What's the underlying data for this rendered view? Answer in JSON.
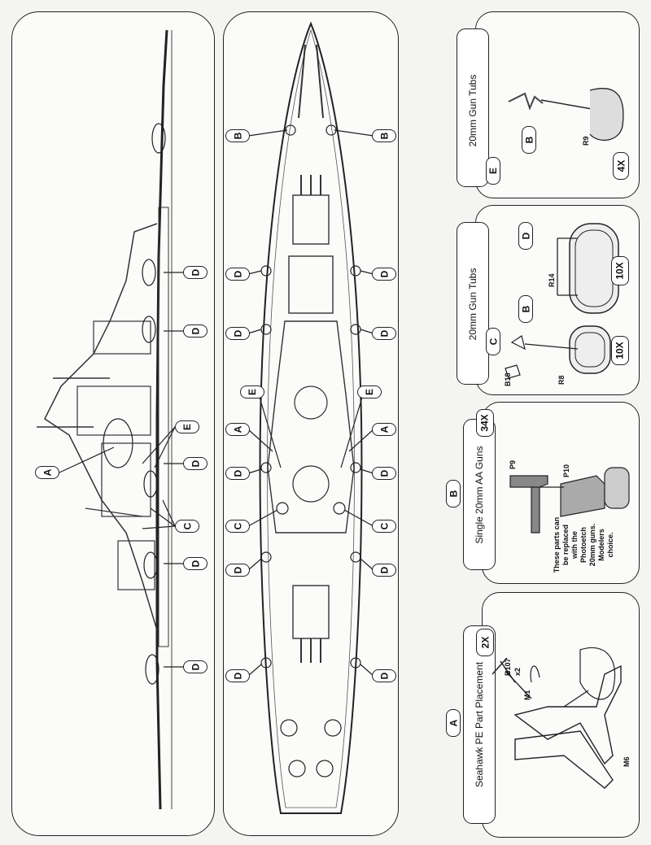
{
  "labels": {
    "A": "A",
    "B": "B",
    "C": "C",
    "D": "D",
    "E": "E"
  },
  "panels": {
    "gun_tubs_small": {
      "title": "20mm Gun Tubs",
      "part": "R9",
      "qty": "4X",
      "ref_left": "E",
      "ref_mid": "B"
    },
    "gun_tubs_large": {
      "title": "20mm Gun Tubs",
      "part_large": "R14",
      "part_small": "R8",
      "part_base": "B18",
      "qty_large": "10X",
      "qty_small": "10X",
      "ref_left": "C",
      "ref_mid": "B",
      "ref_right": "D"
    },
    "aa_guns": {
      "title": "Single 20mm AA Guns",
      "ref": "B",
      "qty": "34X",
      "part_a": "P9",
      "part_b": "P10",
      "note": "These parts can be replaced with the Photoetch 20mm guns. Modelers choice."
    },
    "seahawk": {
      "title": "Seahawk PE Part Placement",
      "ref": "A",
      "qty": "2X",
      "part_prop": "B107",
      "prop_qty": "x2",
      "part_body": "M1",
      "part_wing": "M6"
    }
  },
  "colors": {
    "ink": "#111111",
    "paper": "#f4f4f2"
  }
}
